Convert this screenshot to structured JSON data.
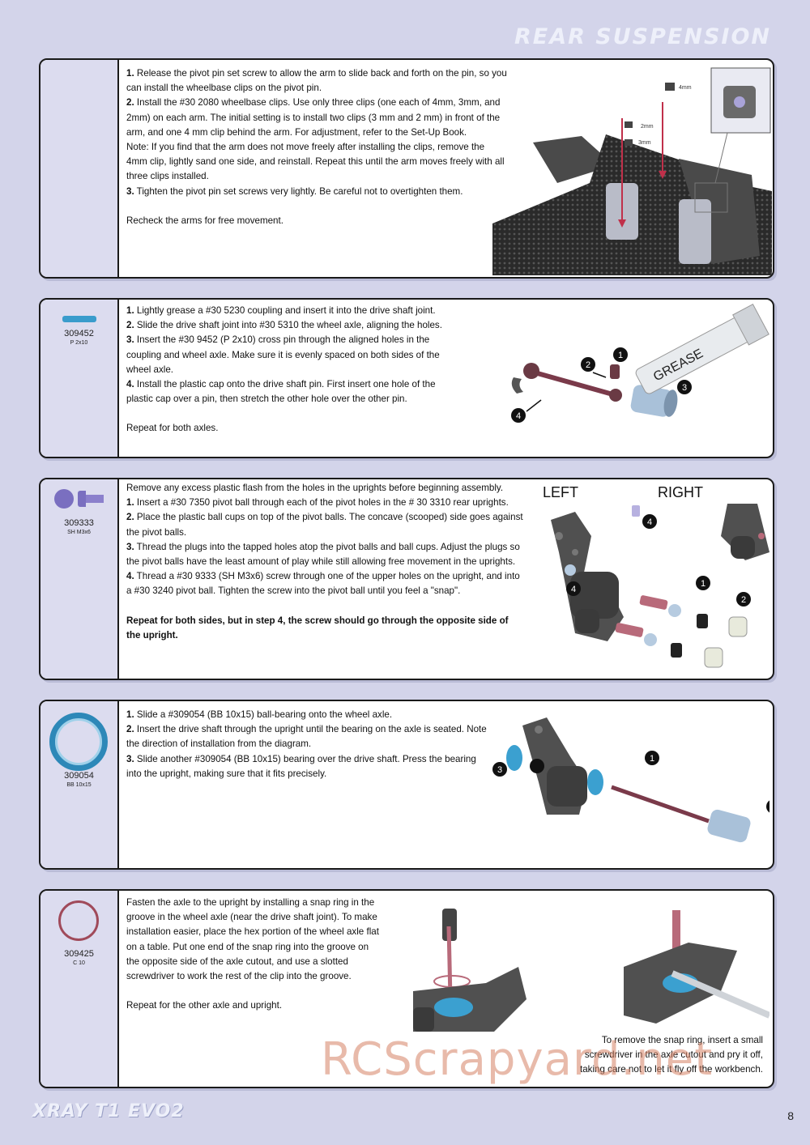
{
  "header": {
    "title": "REAR SUSPENSION"
  },
  "step1": {
    "lines": [
      {
        "num": "1.",
        "text": " Release the pivot pin set screw to allow the arm to slide back and forth on the pin, so you can install the wheelbase clips on the pivot pin."
      },
      {
        "num": "2.",
        "text": " Install the #30 2080 wheelbase clips. Use only three clips (one each of 4mm, 3mm, and 2mm) on each arm. The initial setting is to install two clips (3 mm and 2 mm) in front of the arm, and one 4 mm clip behind the arm. For adjustment, refer to the Set-Up Book."
      },
      {
        "num": "",
        "text": "Note: If you find that the arm does not move freely after installing the clips, remove the 4mm clip, lightly sand one side, and reinstall. Repeat this until the arm moves freely with all three clips installed."
      },
      {
        "num": "3.",
        "text": " Tighten the pivot pin set screws very lightly. Be careful not to overtighten them."
      }
    ],
    "footer": "Recheck the arms for free movement.",
    "clip_labels": [
      "4mm",
      "2mm",
      "3mm"
    ]
  },
  "step2": {
    "part_code": "309452",
    "part_spec": "P 2x10",
    "lines": [
      {
        "num": "1.",
        "text": " Lightly grease a #30 5230 coupling and insert it into the drive shaft joint."
      },
      {
        "num": "2.",
        "text": " Slide the drive shaft joint into #30 5310 the wheel axle, aligning the holes."
      },
      {
        "num": "3.",
        "text": " Insert the #30 9452 (P 2x10) cross pin through the aligned holes in the coupling and wheel axle. Make sure it is evenly spaced on both sides of the wheel axle."
      },
      {
        "num": "4.",
        "text": " Install the plastic cap onto the drive shaft pin. First insert one hole of the plastic cap over a pin, then stretch the other hole over the other pin."
      }
    ],
    "footer": "Repeat for both axles.",
    "grease_label": "GREASE"
  },
  "step3": {
    "part_code": "309333",
    "part_spec": "SH M3x6",
    "intro": "Remove any excess plastic flash from the holes in the uprights before beginning assembly.",
    "lines": [
      {
        "num": "1.",
        "text": " Insert a #30 7350 pivot ball through each of the pivot holes in the # 30 3310 rear uprights."
      },
      {
        "num": "2.",
        "text": " Place the plastic ball cups on top of the pivot balls. The concave (scooped) side goes against the pivot balls."
      },
      {
        "num": "3.",
        "text": " Thread the plugs into the tapped holes atop the pivot balls and ball cups. Adjust the plugs so the pivot balls have the least amount of play while still allowing free movement in the uprights."
      },
      {
        "num": "4.",
        "text": " Thread a #30 9333 (SH M3x6) screw through one of the upper holes on the upright, and into a #30 3240 pivot ball. Tighten the screw into the pivot ball until you feel a \"snap\"."
      }
    ],
    "footer": "Repeat for both sides, but in step 4, the screw should go through the opposite side of the upright.",
    "left_label": "LEFT",
    "right_label": "RIGHT"
  },
  "step4": {
    "part_code": "309054",
    "part_spec": "BB 10x15",
    "lines": [
      {
        "num": "1.",
        "text": " Slide a #309054 (BB 10x15) ball-bearing onto the wheel axle."
      },
      {
        "num": "2.",
        "text": " Insert the drive shaft through the upright until the bearing on the axle is seated. Note the direction of installation from the diagram."
      },
      {
        "num": "3.",
        "text": " Slide another #309054 (BB 10x15) bearing over the drive shaft. Press the bearing into the upright, making sure that it fits precisely."
      }
    ]
  },
  "step5": {
    "part_code": "309425",
    "part_spec": "C 10",
    "text": "Fasten the axle to the upright by installing a snap ring in the groove in the wheel axle (near the drive shaft joint). To make installation easier, place the hex portion of the wheel axle flat on a table. Put one end of the snap ring into the groove on the opposite side of the axle cutout, and use a slotted screwdriver to work the rest of the clip into the groove.",
    "footer": "Repeat for the other axle and upright.",
    "note": "To remove the snap ring, insert a small screwdriver in the axle cutout and pry it off, taking care not to let it fly off the workbench."
  },
  "footer": {
    "logo": "XRAY T1 EVO2",
    "page_number": "8",
    "watermark": "RCScrapyard.net"
  },
  "colors": {
    "background": "#d3d4ea",
    "sidebar": "#dcdcef",
    "parts_blue": "#2d88b8",
    "callout_pink": "#b0405a"
  }
}
